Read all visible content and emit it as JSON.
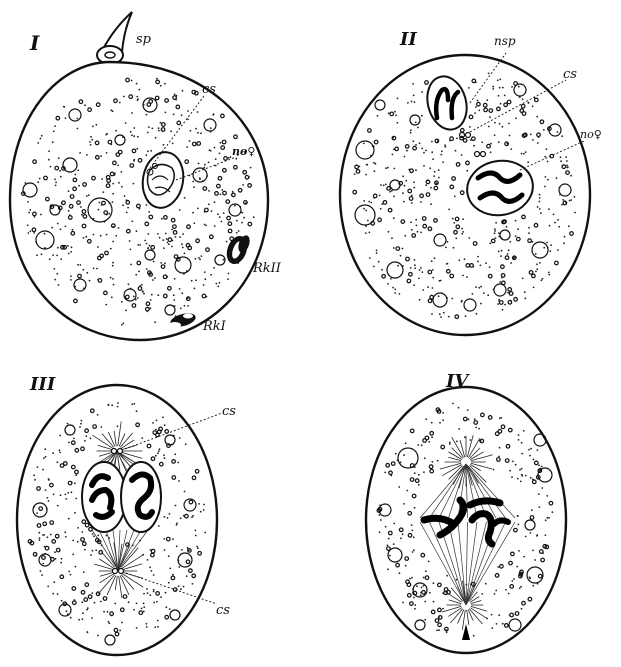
{
  "panels": [
    {
      "numeral": "I",
      "labels": {
        "sperm": "sp",
        "centrosome": "cs",
        "nucleus": "no♀",
        "polar_body_2": "RkII",
        "polar_body_1": "RkI"
      }
    },
    {
      "numeral": "II",
      "labels": {
        "sperm_nucleus": "nsp",
        "centrosome": "cs",
        "egg_nucleus": "no♀"
      }
    },
    {
      "numeral": "III",
      "labels": {
        "centrosome_top": "cs",
        "centrosome_bottom": "cs"
      }
    },
    {
      "numeral": "IV",
      "labels": {}
    }
  ]
}
